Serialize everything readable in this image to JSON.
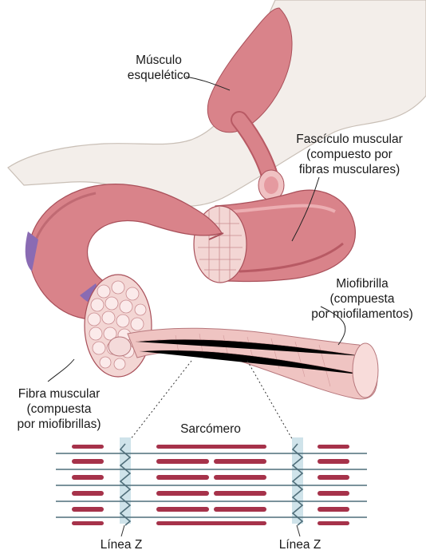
{
  "labels": {
    "skeletal_muscle": [
      "Músculo",
      "esquelético"
    ],
    "fascicle": [
      "Fascículo muscular",
      "(compuesto por",
      "fibras musculares)"
    ],
    "myofibril": [
      "Miofibrilla",
      "(compuesta",
      "por miofilamentos)"
    ],
    "muscle_fiber": [
      "Fibra muscular",
      "(compuesta",
      "por miofibrillas)"
    ],
    "sarcomere": "Sarcómero",
    "z_line_left": "Línea Z",
    "z_line_right": "Línea Z"
  },
  "colors": {
    "muscle": "#d9838a",
    "muscle_dark": "#b85a64",
    "muscle_light": "#f0c2c3",
    "arm": "#f3eeea",
    "myofibril": "#efc4c2",
    "filament_thick": "#a6324a",
    "filament_thin": "#4f6e7a",
    "z_band": "#cfe3ea",
    "accent_purple": "#8a6bb3"
  }
}
